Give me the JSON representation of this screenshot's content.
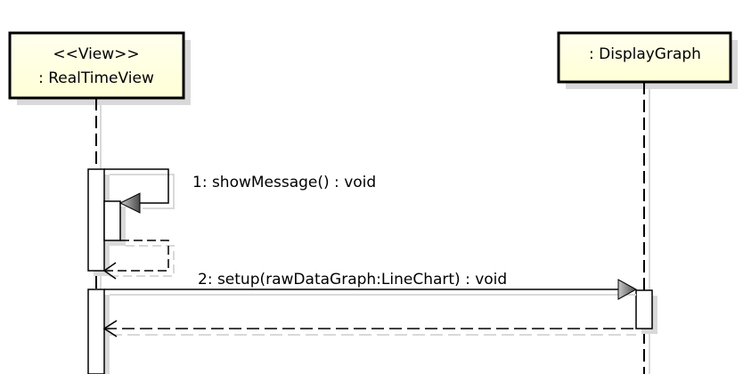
{
  "lifelines": [
    {
      "stereotype": "<<View>>",
      "name": ": RealTimeView"
    },
    {
      "name": ": DisplayGraph"
    }
  ],
  "messages": [
    {
      "label": "1: showMessage() : void",
      "kind": "self-call"
    },
    {
      "label": "2: setup(rawDataGraph:LineChart) : void",
      "kind": "call"
    }
  ],
  "colors": {
    "box_fill": "#ffffe0",
    "line": "#000000",
    "shadow": "#d9d9d9",
    "arrow_fill": "#808080"
  }
}
